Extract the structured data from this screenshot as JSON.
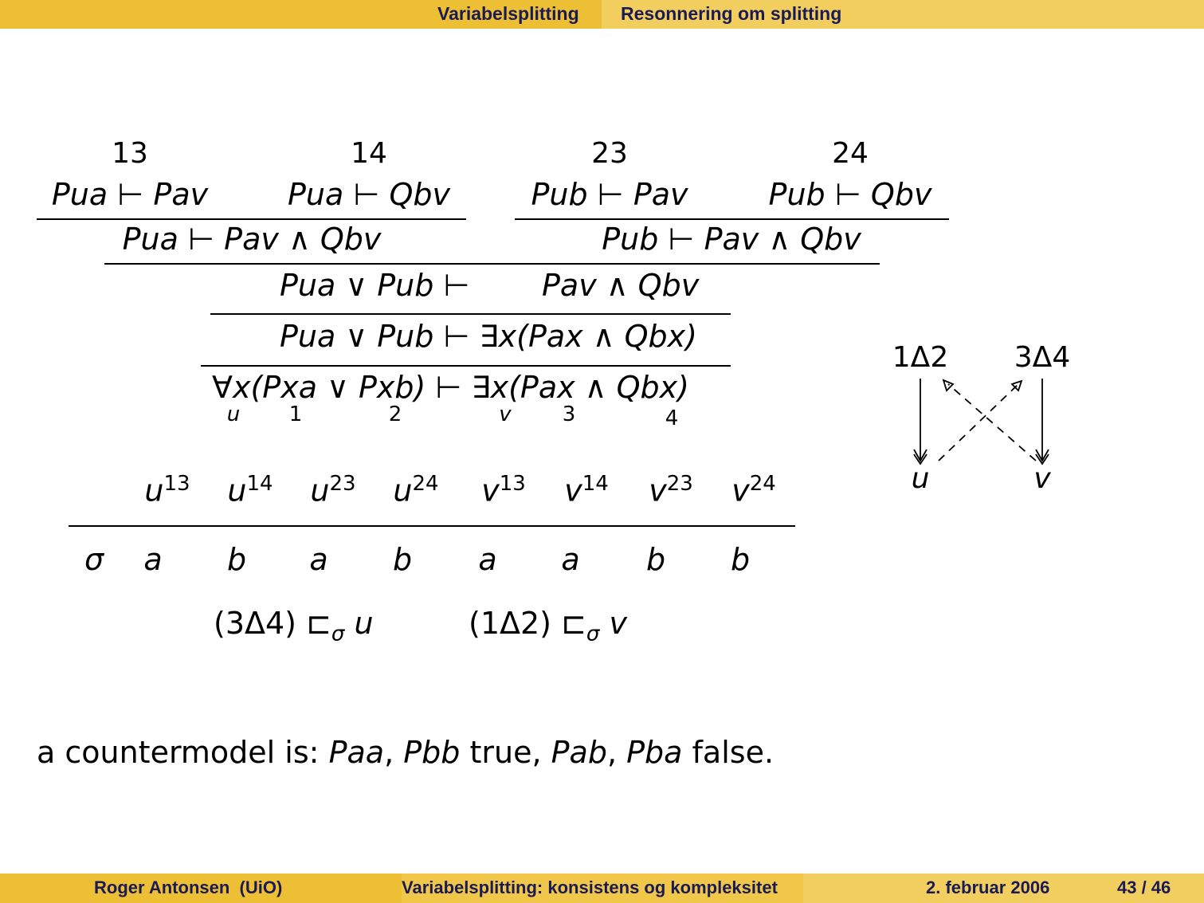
{
  "header": {
    "section": "Variabelsplitting",
    "subsection": "Resonnering om splitting"
  },
  "proof": {
    "labels": [
      "13",
      "14",
      "23",
      "24"
    ],
    "leaves": [
      "Pua ⊢ Pav",
      "Pua ⊢ Qbv",
      "Pub ⊢ Pav",
      "Pub ⊢ Qbv"
    ],
    "level2": [
      "Pua ⊢ Pav ∧ Qbv",
      "Pub ⊢ Pav ∧ Qbv"
    ],
    "level3_left": "Pua ∨ Pub ⊢",
    "level3_right": "Pav ∧ Qbv",
    "level4": "Pua ∨ Pub ⊢ ∃x(Pax ∧ Qbx)",
    "root": "∀x(Pxa ∨ Pxb) ⊢ ∃x(Pax ∧ Qbx)",
    "root_indices": [
      "u",
      "1",
      "2",
      "v",
      "3",
      "4"
    ]
  },
  "table": {
    "headers": [
      {
        "v": "u",
        "s": "13"
      },
      {
        "v": "u",
        "s": "14"
      },
      {
        "v": "u",
        "s": "23"
      },
      {
        "v": "u",
        "s": "24"
      },
      {
        "v": "v",
        "s": "13"
      },
      {
        "v": "v",
        "s": "14"
      },
      {
        "v": "v",
        "s": "23"
      },
      {
        "v": "v",
        "s": "24"
      }
    ],
    "row_label": "σ",
    "values": [
      "a",
      "b",
      "a",
      "b",
      "a",
      "a",
      "b",
      "b"
    ]
  },
  "relations": {
    "left_parts": [
      "(3Δ4) ⊏",
      "σ",
      "u"
    ],
    "right_parts": [
      "(1Δ2) ⊏",
      "σ",
      "v"
    ]
  },
  "diagram": {
    "top_left": "1Δ2",
    "top_right": "3Δ4",
    "bottom_left": "u",
    "bottom_right": "v"
  },
  "countermodel": {
    "prefix": "a countermodel is: ",
    "t1": "Paa",
    "c1": ", ",
    "t2": "Pbb",
    "m1": " true, ",
    "t3": "Pab",
    "c2": ", ",
    "t4": "Pba",
    "m2": " false."
  },
  "footer": {
    "author": "Roger Antonsen  (UiO)",
    "title": "Variabelsplitting: konsistens og kompleksitet",
    "date": "2. februar 2006",
    "page": "43 / 46"
  }
}
